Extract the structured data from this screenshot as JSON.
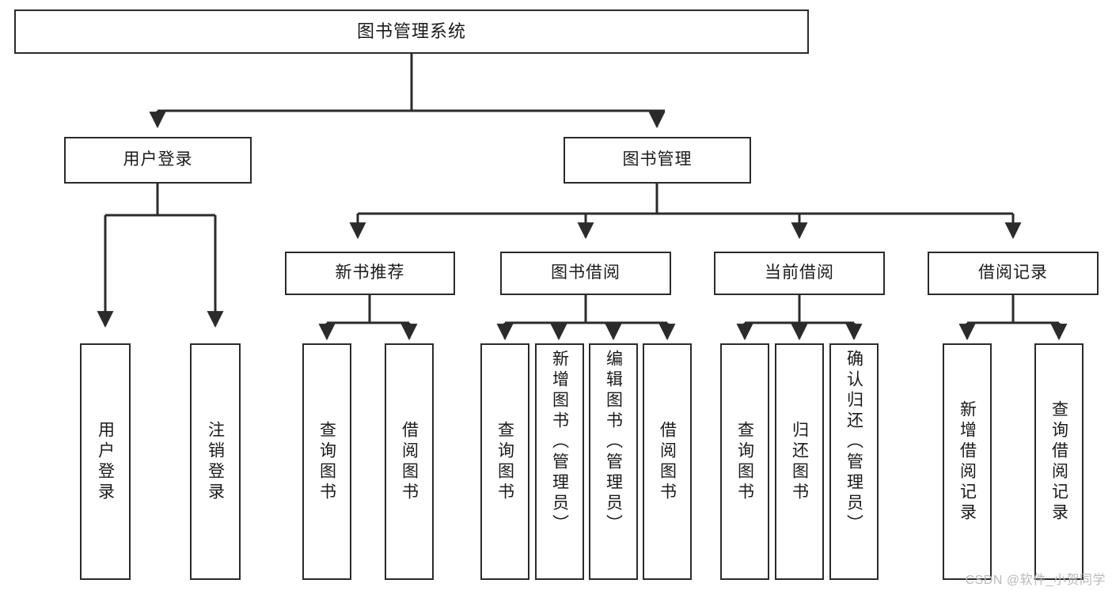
{
  "diagram": {
    "title": "图书管理系统",
    "type": "tree-hierarchy",
    "watermark": "CSDN @软件_小贺同学",
    "colors": {
      "box_border": "#2b2b2b",
      "box_fill": "#ffffff",
      "connector": "#2b2b2b",
      "text": "#1a1a1a",
      "watermark": "#b9b9b9"
    },
    "root": {
      "label": "图书管理系统"
    },
    "level2": [
      {
        "id": "user-login",
        "label": "用户登录"
      },
      {
        "id": "book-manage",
        "label": "图书管理"
      }
    ],
    "level3": [
      {
        "id": "new-book-rec",
        "label": "新书推荐"
      },
      {
        "id": "book-borrow",
        "label": "图书借阅"
      },
      {
        "id": "current-borrow",
        "label": "当前借阅"
      },
      {
        "id": "borrow-record",
        "label": "借阅记录"
      }
    ],
    "leaves": {
      "user_login": [
        {
          "id": "leaf-user-login",
          "label": "用户登录"
        },
        {
          "id": "leaf-logout",
          "label": "注销登录"
        }
      ],
      "new_book_rec": [
        {
          "id": "leaf-query-book-1",
          "label": "查询图书"
        },
        {
          "id": "leaf-borrow-book-1",
          "label": "借阅图书"
        }
      ],
      "book_borrow": [
        {
          "id": "leaf-query-book-2",
          "label": "查询图书"
        },
        {
          "id": "leaf-add-book",
          "label": "新增图书（管理员）"
        },
        {
          "id": "leaf-edit-book",
          "label": "编辑图书（管理员）"
        },
        {
          "id": "leaf-borrow-book-2",
          "label": "借阅图书"
        }
      ],
      "current_borrow": [
        {
          "id": "leaf-query-book-3",
          "label": "查询图书"
        },
        {
          "id": "leaf-return-book",
          "label": "归还图书"
        },
        {
          "id": "leaf-confirm-return",
          "label": "确认归还（管理员）"
        }
      ],
      "borrow_record": [
        {
          "id": "leaf-add-record",
          "label": "新增借阅记录"
        },
        {
          "id": "leaf-query-record",
          "label": "查询借阅记录"
        }
      ]
    }
  }
}
